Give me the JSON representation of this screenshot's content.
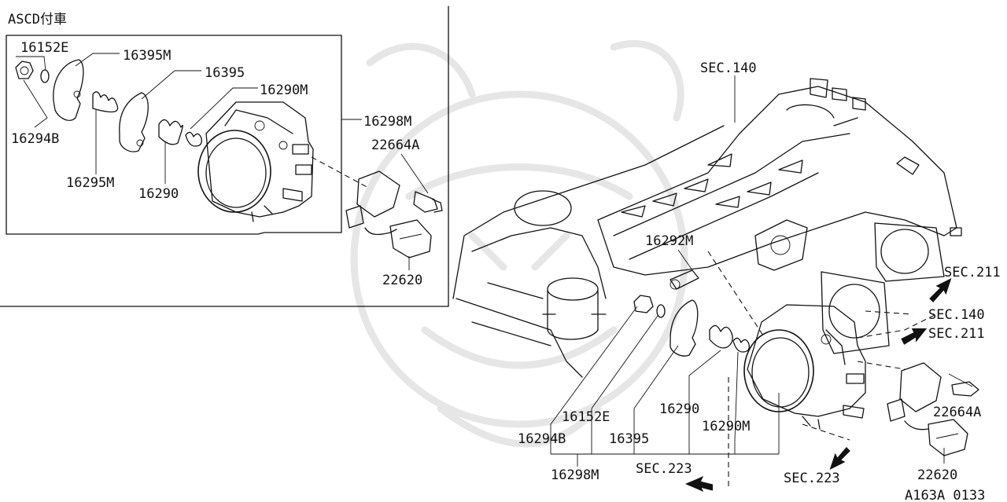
{
  "inset": {
    "title": "ASCD付車",
    "labels": {
      "p16152E": "16152E",
      "p16395M": "16395M",
      "p16395": "16395",
      "p16290M": "16290M",
      "p16294B": "16294B",
      "p16298M": "16298M",
      "p16295M": "16295M",
      "p16290": "16290",
      "p22664A": "22664A",
      "p22620": "22620"
    }
  },
  "main": {
    "labels": {
      "sec140_top": "SEC.140",
      "p16292M": "16292M",
      "sec211_a": "SEC.211",
      "sec140_b": "SEC.140",
      "sec211_b": "SEC.211",
      "p22664A": "22664A",
      "p16152E": "16152E",
      "p16290": "16290",
      "p16290M": "16290M",
      "p16294B": "16294B",
      "p16395": "16395",
      "p16298M": "16298M",
      "sec223_a": "SEC.223",
      "sec223_b": "SEC.223",
      "p22620": "22620",
      "drawing_id": "A163A 0133"
    }
  },
  "colors": {
    "line": "#111111",
    "background": "#ffffff",
    "watermark": "#e6e6e6"
  }
}
